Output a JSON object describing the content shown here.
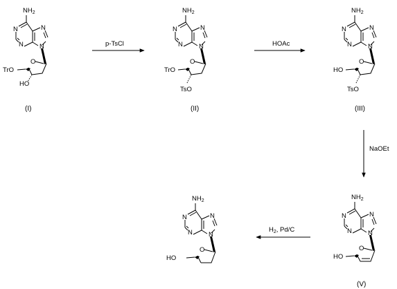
{
  "compounds": [
    {
      "id": "I",
      "caption": "(I)",
      "nh2": "NH",
      "nh2_sub": "2",
      "n1": "N",
      "n3": "N",
      "n7": "N",
      "n9": "N",
      "o_ring": "O",
      "c5_label": "TrO",
      "c3_label": "HO"
    },
    {
      "id": "II",
      "caption": "(II)",
      "nh2": "NH",
      "nh2_sub": "2",
      "n1": "N",
      "n3": "N",
      "n7": "N",
      "n9": "N",
      "o_ring": "O",
      "c5_label": "TrO",
      "c3_label": "TsO"
    },
    {
      "id": "III",
      "caption": "(III)",
      "nh2": "NH",
      "nh2_sub": "2",
      "n1": "N",
      "n3": "N",
      "n7": "N",
      "n9": "N",
      "o_ring": "O",
      "c5_label": "HO",
      "c3_label": "TsO"
    },
    {
      "id": "V",
      "caption": "(V)",
      "nh2": "NH",
      "nh2_sub": "2",
      "n1": "N",
      "n3": "N",
      "n7": "N",
      "n9": "N",
      "o_ring": "O",
      "c5_label": "HO",
      "c3_label": ""
    },
    {
      "id": "P",
      "caption": "",
      "nh2": "NH",
      "nh2_sub": "2",
      "n1": "N",
      "n3": "N",
      "n7": "N",
      "n9": "N",
      "o_ring": "O",
      "c5_label": "HO",
      "c3_label": ""
    }
  ],
  "arrows": [
    {
      "id": "a1",
      "reagent": "p-TsCl"
    },
    {
      "id": "a2",
      "reagent": "HOAc"
    },
    {
      "id": "a3",
      "reagent": "NaOEt"
    },
    {
      "id": "a4",
      "reagent_main": "H",
      "reagent_sub": "2",
      "reagent_rest": ", Pd/C"
    }
  ]
}
